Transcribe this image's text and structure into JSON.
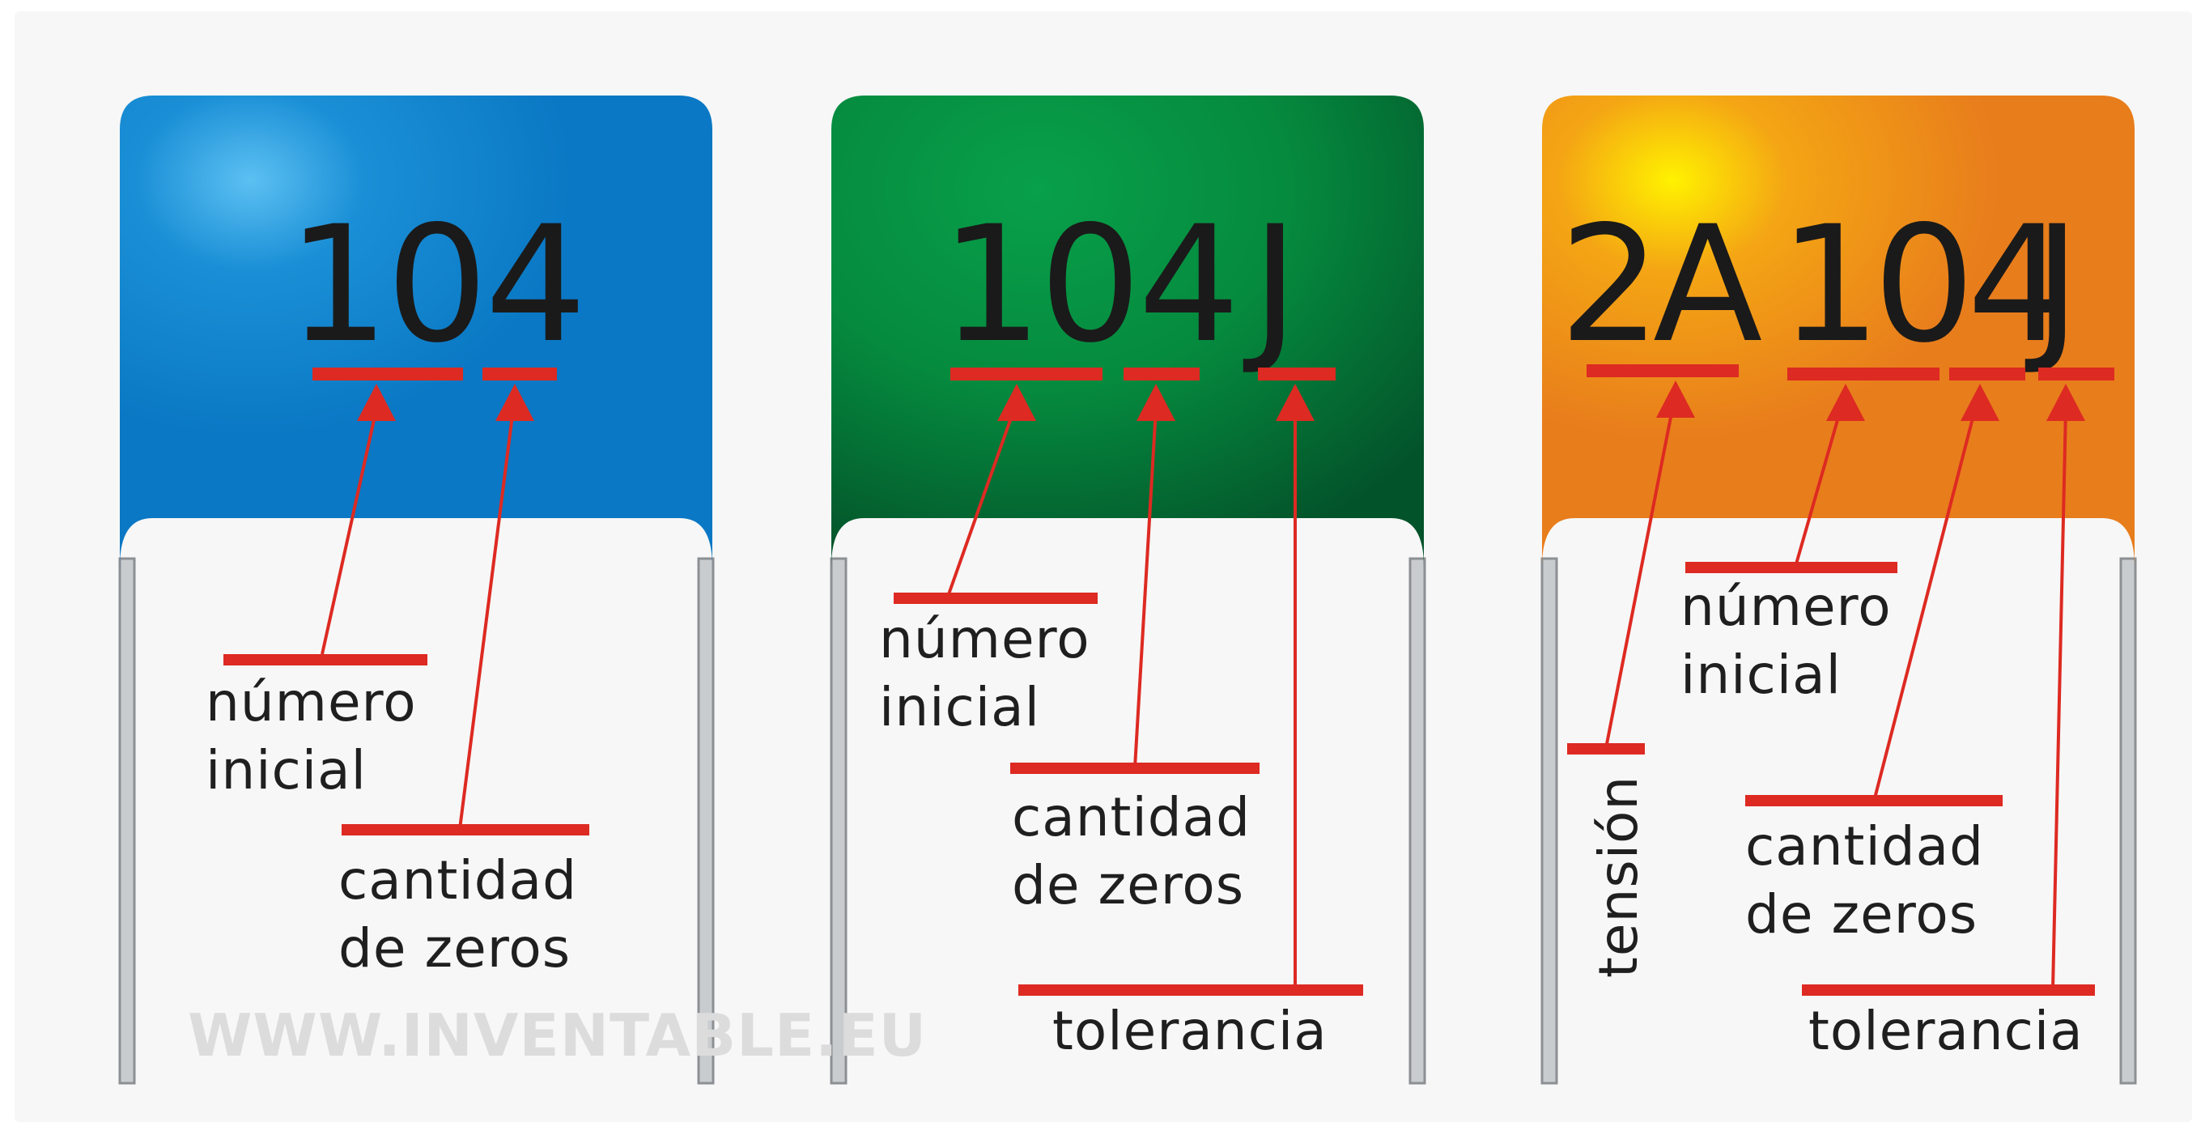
{
  "capacitors": [
    {
      "color": "#0a78c4",
      "code_parts": [
        "104"
      ],
      "labels": {
        "numero_inicial": [
          "número",
          "inicial"
        ],
        "cantidad_de_zeros": [
          "cantidad",
          "de zeros"
        ]
      }
    },
    {
      "color": "#03873c",
      "code_parts": [
        "104",
        "J"
      ],
      "labels": {
        "numero_inicial": [
          "número",
          "inicial"
        ],
        "cantidad_de_zeros": [
          "cantidad",
          "de zeros"
        ],
        "tolerancia": "tolerancia"
      }
    },
    {
      "color": "#e87d1c",
      "code_parts": [
        "2A",
        "104",
        "J"
      ],
      "labels": {
        "tension": "tensión",
        "numero_inicial": [
          "número",
          "inicial"
        ],
        "cantidad_de_zeros": [
          "cantidad",
          "de zeros"
        ],
        "tolerancia": "tolerancia"
      }
    }
  ],
  "watermark": "WWW.INVENTABLE.EU",
  "annotation_color": "#dd2a22"
}
